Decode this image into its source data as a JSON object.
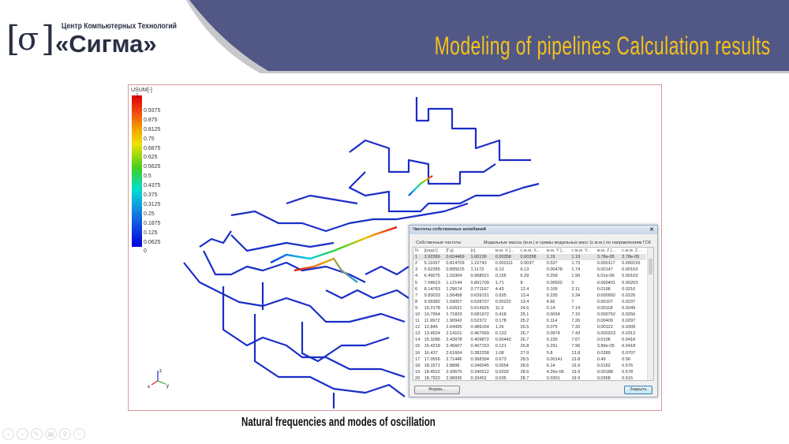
{
  "header": {
    "title": "Modeling of pipelines Calculation results",
    "band_color": "#525885",
    "title_color": "#f2c21b"
  },
  "logo": {
    "symbol": "σ",
    "subtitle": "Центр Компьютерных Технологий",
    "brand": "«Сигма»"
  },
  "legend": {
    "title": "USUM[-]",
    "ticks": [
      "1",
      "0.9375",
      "0.875",
      "0.8125",
      "0.75",
      "0.6875",
      "0.625",
      "0.5625",
      "0.5",
      "0.4375",
      "0.375",
      "0.3125",
      "0.25",
      "0.1875",
      "0.125",
      "0.0625",
      "0"
    ]
  },
  "triad": {
    "x": "x",
    "y": "y",
    "z": "z"
  },
  "dialog": {
    "title": "Частоты собственных колебаний",
    "left_label": "Собственные частоты",
    "right_label": "Модальные массы (м.м.) и суммы модальных масс (с.м.м.) по направлениям ГСК",
    "columns": [
      "N",
      "[рад/с]",
      "[Гц]",
      "[с]",
      "м.м. X [...",
      "с.м.м. X...",
      "м.м. Y [...",
      "с.м.м. Y...",
      "м.м. Z [...",
      "с.м.м. Z..."
    ],
    "rows": [
      [
        "1",
        "3.92366",
        "0.624469",
        "1.60136",
        "0.00358",
        "0.00358",
        "1.19",
        "1.19",
        "3.78e-05",
        "3.78e-05"
      ],
      [
        "2",
        "5.11697",
        "0.814709",
        "1.22743",
        "0.000111",
        "0.0037",
        "0.537",
        "1.73",
        "0.000117",
        "0.000155"
      ],
      [
        "3",
        "5.62355",
        "0.895015",
        "1.1173",
        "6.13",
        "6.13",
        "0.00478",
        "1.74",
        "0.00147",
        "0.00163"
      ],
      [
        "4",
        "6.49075",
        "1.03304",
        "0.968021",
        "0.155",
        "6.29",
        "0.258",
        "1.99",
        "5.01e-06",
        "0.00163"
      ],
      [
        "5",
        "7.04623",
        "1.12144",
        "0.891709",
        "1.71",
        "8",
        "0.00502",
        "2",
        "0.000401",
        "0.00203"
      ],
      [
        "6",
        "8.14763",
        "1.29674",
        "0.771167",
        "4.43",
        "12.4",
        "0.109",
        "2.11",
        "0.0196",
        "0.0216"
      ],
      [
        "7",
        "9.83033",
        "1.56458",
        "0.639151",
        "0.935",
        "13.4",
        "0.235",
        "2.34",
        "0.000992",
        "0.0226"
      ],
      [
        "8",
        "9.99382",
        "1.59057",
        "0.628707",
        "0.00222",
        "13.4",
        "4.66",
        "7",
        "0.00107",
        "0.0237"
      ],
      [
        "9",
        "10.2178",
        "1.62621",
        "0.614926",
        "11.3",
        "24.6",
        "0.14",
        "7.14",
        "0.00118",
        "0.0249"
      ],
      [
        "10",
        "10.7964",
        "1.71829",
        "0.581972",
        "0.418",
        "25.1",
        "0.0034",
        "7.15",
        "0.000752",
        "0.0256"
      ],
      [
        "11",
        "11.9972",
        "1.90942",
        "0.52372",
        "0.178",
        "25.2",
        "0.114",
        "7.26",
        "0.00409",
        "0.0297"
      ],
      [
        "12",
        "12.845",
        "2.04435",
        "0.489154",
        "1.26",
        "26.5",
        "0.075",
        "7.33",
        "0.00122",
        "0.0309"
      ],
      [
        "13",
        "13.4524",
        "2.14101",
        "0.467069",
        "0.133",
        "26.7",
        "0.0974",
        "7.43",
        "0.000323",
        "0.0312"
      ],
      [
        "14",
        "15.3286",
        "2.43978",
        "0.409872",
        "0.00442",
        "26.7",
        "0.235",
        "7.67",
        "0.0106",
        "0.0418"
      ],
      [
        "15",
        "15.4318",
        "2.45607",
        "0.407153",
        "0.121",
        "26.8",
        "0.291",
        "7.96",
        "3.89e-05",
        "0.0418"
      ],
      [
        "16",
        "16.437",
        "2.61604",
        "0.382258",
        "1.08",
        "27.9",
        "5.8",
        "13.8",
        "0.0289",
        "0.0707"
      ],
      [
        "17",
        "17.0556",
        "2.71446",
        "0.368394",
        "0.673",
        "28.5",
        "0.00141",
        "13.8",
        "0.49",
        "0.56"
      ],
      [
        "18",
        "18.1571",
        "2.8898",
        "0.346045",
        "0.0554",
        "28.6",
        "6.14",
        "19.9",
        "0.0162",
        "0.576"
      ],
      [
        "19",
        "18.4522",
        "2.93675",
        "0.340512",
        "0.0203",
        "28.6",
        "4.29e-06",
        "19.9",
        "0.00188",
        "0.578"
      ],
      [
        "20",
        "18.7922",
        "2.98936",
        "0.33452",
        "0.035",
        "28.7",
        "0.0301",
        "19.9",
        "0.0368",
        "0.615"
      ]
    ],
    "form_button": "Форма...",
    "close_button": "Закрыть"
  },
  "caption": "Natural frequencies and modes of oscillation",
  "nav_icons": [
    "prev-icon",
    "next-icon",
    "pen-icon",
    "slides-icon",
    "zoom-icon",
    "more-icon"
  ]
}
